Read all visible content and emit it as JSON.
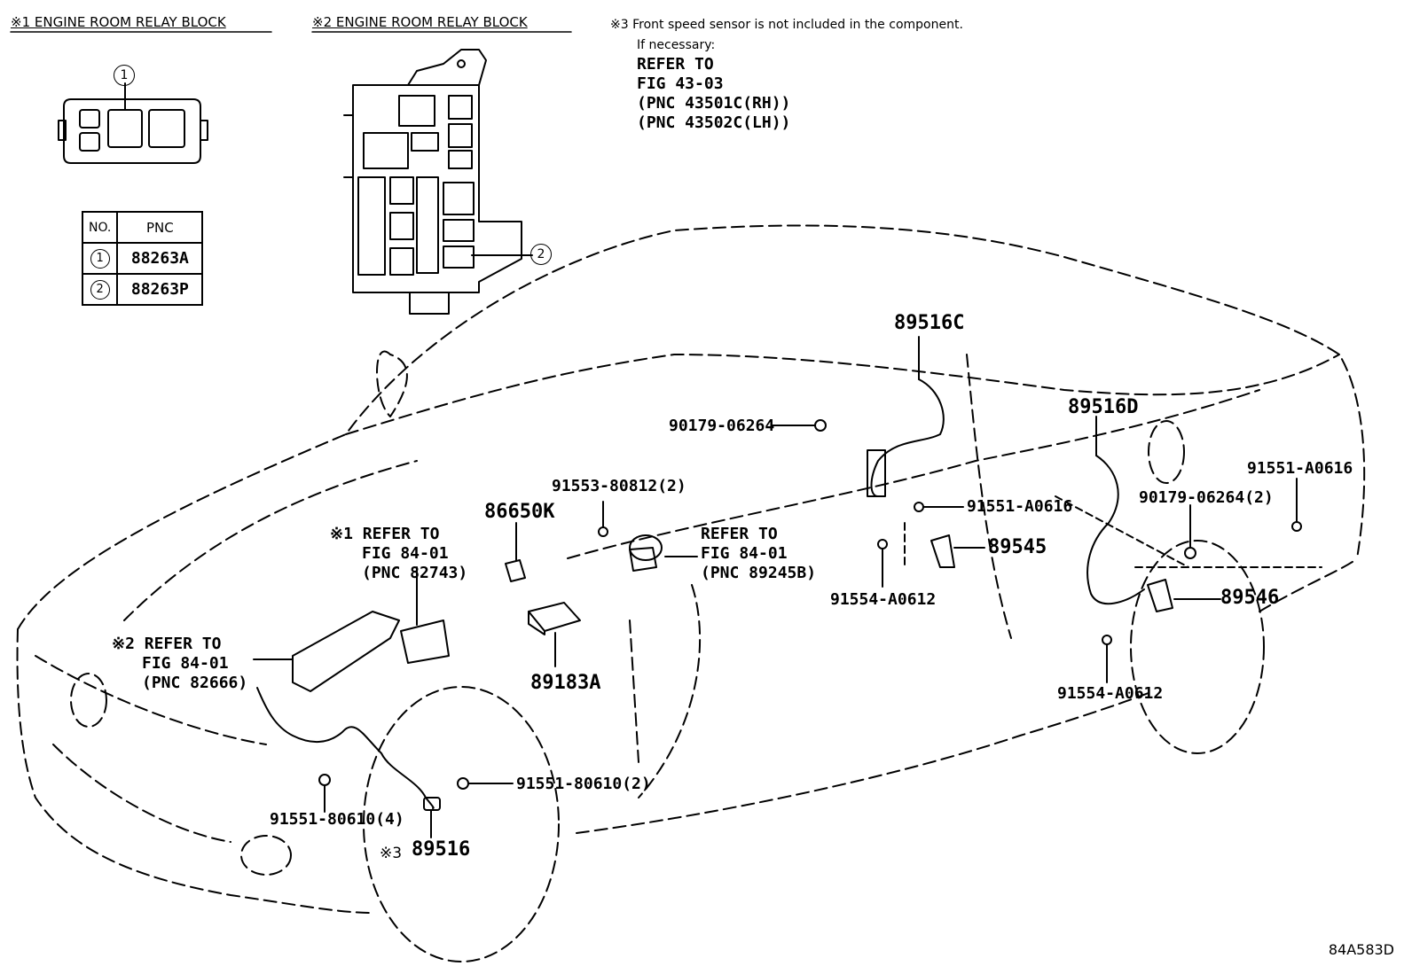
{
  "headers": {
    "relay_block_1": "※1 ENGINE ROOM RELAY BLOCK",
    "relay_block_2": "※2 ENGINE ROOM RELAY BLOCK"
  },
  "note3": {
    "line1": "※3 Front speed sensor is not included in the component.",
    "line2": "If necessary:",
    "line3": "REFER TO",
    "line4": "FIG 43-03",
    "line5": "(PNC 43501C(RH))",
    "line6": "(PNC 43502C(LH))"
  },
  "callouts": {
    "c1": "1",
    "c2": "2"
  },
  "pnc_table": {
    "head_no": "NO.",
    "head_pnc": "PNC",
    "rows": [
      {
        "no": "1",
        "pnc": "88263A"
      },
      {
        "no": "2",
        "pnc": "88263P"
      }
    ]
  },
  "parts": {
    "p89516C": "89516C",
    "p90179_06264": "90179-06264",
    "p89516D": "89516D",
    "p91553": "91553-80812(2)",
    "p86650K": "86650K",
    "p91551_A0616_a": "91551-A0616",
    "p91551_A0616_b": "91551-A0616",
    "p90179_2": "90179-06264(2)",
    "p89545": "89545",
    "p89546": "89546",
    "p91554_a": "91554-A0612",
    "p91554_b": "91554-A0612",
    "p89183A": "89183A",
    "p91551_80610_2": "91551-80610(2)",
    "p91551_80610_4": "91551-80610(4)",
    "p89516": "89516",
    "mark3": "※3"
  },
  "refs": {
    "ref1": {
      "l1": "※1 REFER TO",
      "l2": "FIG 84-01",
      "l3": "(PNC 82743)"
    },
    "ref2": {
      "l1": "※2 REFER TO",
      "l2": "FIG 84-01",
      "l3": "(PNC 82666)"
    },
    "ref3": {
      "l1": "REFER TO",
      "l2": "FIG 84-01",
      "l3": "(PNC 89245B)"
    }
  },
  "footer_code": "84A583D"
}
